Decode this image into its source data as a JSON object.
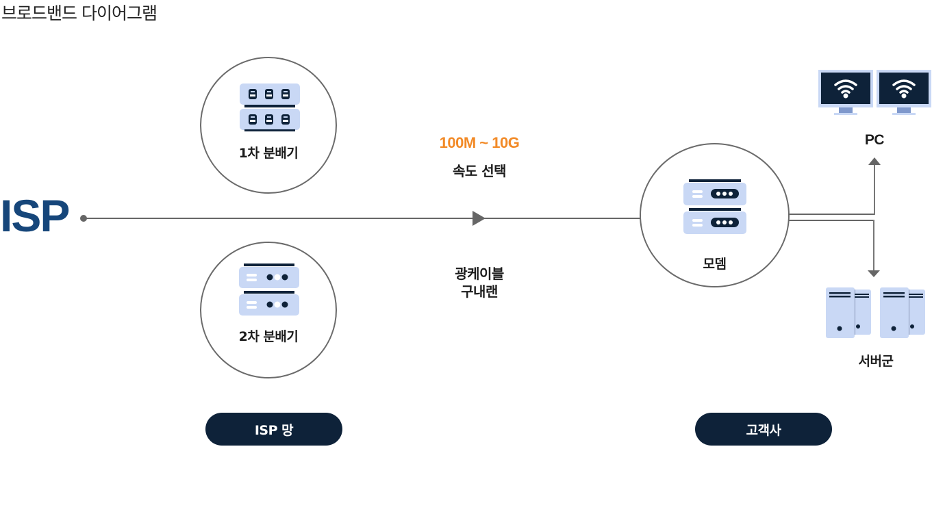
{
  "title": "브로드밴드 다이어그램",
  "source": {
    "label": "ISP",
    "color": "#16467a"
  },
  "link": {
    "speed_value": "100M ~ 10G",
    "speed_label": "속도 선택",
    "cable_line1": "광케이블",
    "cable_line2": "구내랜",
    "speed_color": "#f28a27"
  },
  "nodes": {
    "distributor_1": {
      "label": "1차 분배기",
      "icon": "switch-rack-icon"
    },
    "distributor_2": {
      "label": "2차 분배기",
      "icon": "server-rack-icon"
    },
    "modem": {
      "label": "모뎀",
      "icon": "modem-icon"
    },
    "pc": {
      "label": "PC",
      "icon": "wifi-monitor-icon"
    },
    "servers": {
      "label": "서버군",
      "icon": "server-tower-icon"
    }
  },
  "zones": {
    "isp_network": "ISP 망",
    "customer": "고객사"
  },
  "colors": {
    "icon_fill": "#c9d8f5",
    "icon_dark": "#0e2239",
    "line": "#666666",
    "pill_bg": "#0e2239"
  }
}
